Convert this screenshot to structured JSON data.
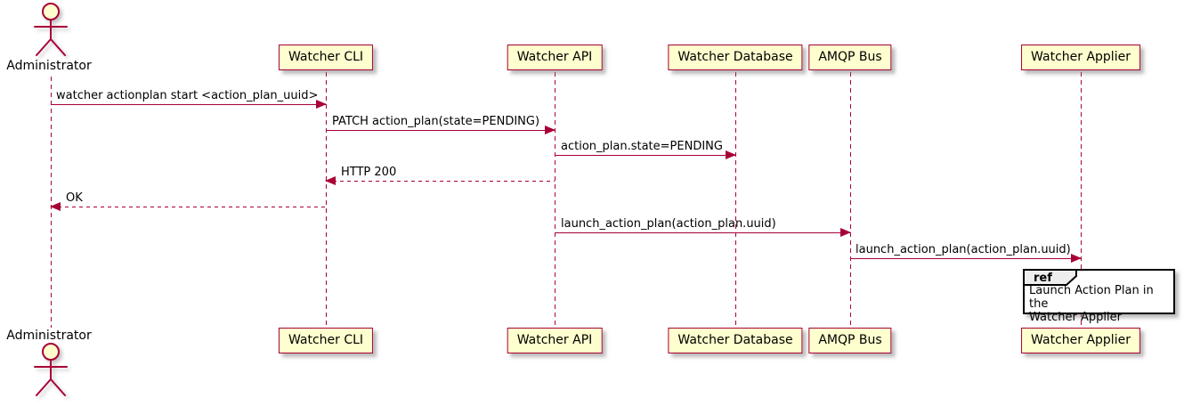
{
  "colors": {
    "accent": "#A80036",
    "participant_fill": "#FEFECE",
    "ref_header_fill": "#EEEEEE",
    "ref_border": "#000000",
    "text": "#000000",
    "background": "#FFFFFF"
  },
  "actor": {
    "name": "Administrator"
  },
  "participants": [
    {
      "id": "watcher-cli",
      "name": "Watcher CLI"
    },
    {
      "id": "watcher-api",
      "name": "Watcher API"
    },
    {
      "id": "watcher-database",
      "name": "Watcher Database"
    },
    {
      "id": "amqp-bus",
      "name": "AMQP Bus"
    },
    {
      "id": "watcher-applier",
      "name": "Watcher Applier"
    }
  ],
  "messages": [
    {
      "from": "Administrator",
      "to": "Watcher CLI",
      "label": "watcher actionplan start <action_plan_uuid>",
      "style": "solid"
    },
    {
      "from": "Watcher CLI",
      "to": "Watcher API",
      "label": "PATCH action_plan(state=PENDING)",
      "style": "solid"
    },
    {
      "from": "Watcher API",
      "to": "Watcher Database",
      "label": "action_plan.state=PENDING",
      "style": "solid"
    },
    {
      "from": "Watcher API",
      "to": "Watcher CLI",
      "label": "HTTP 200",
      "style": "dashed"
    },
    {
      "from": "Watcher CLI",
      "to": "Administrator",
      "label": "OK",
      "style": "dashed"
    },
    {
      "from": "Watcher API",
      "to": "AMQP Bus",
      "label": "launch_action_plan(action_plan.uuid)",
      "style": "solid"
    },
    {
      "from": "AMQP Bus",
      "to": "Watcher Applier",
      "label": "launch_action_plan(action_plan.uuid)",
      "style": "solid"
    }
  ],
  "ref": {
    "keyword": "ref",
    "line1": "Launch Action Plan in the",
    "line2": "Watcher Applier"
  }
}
